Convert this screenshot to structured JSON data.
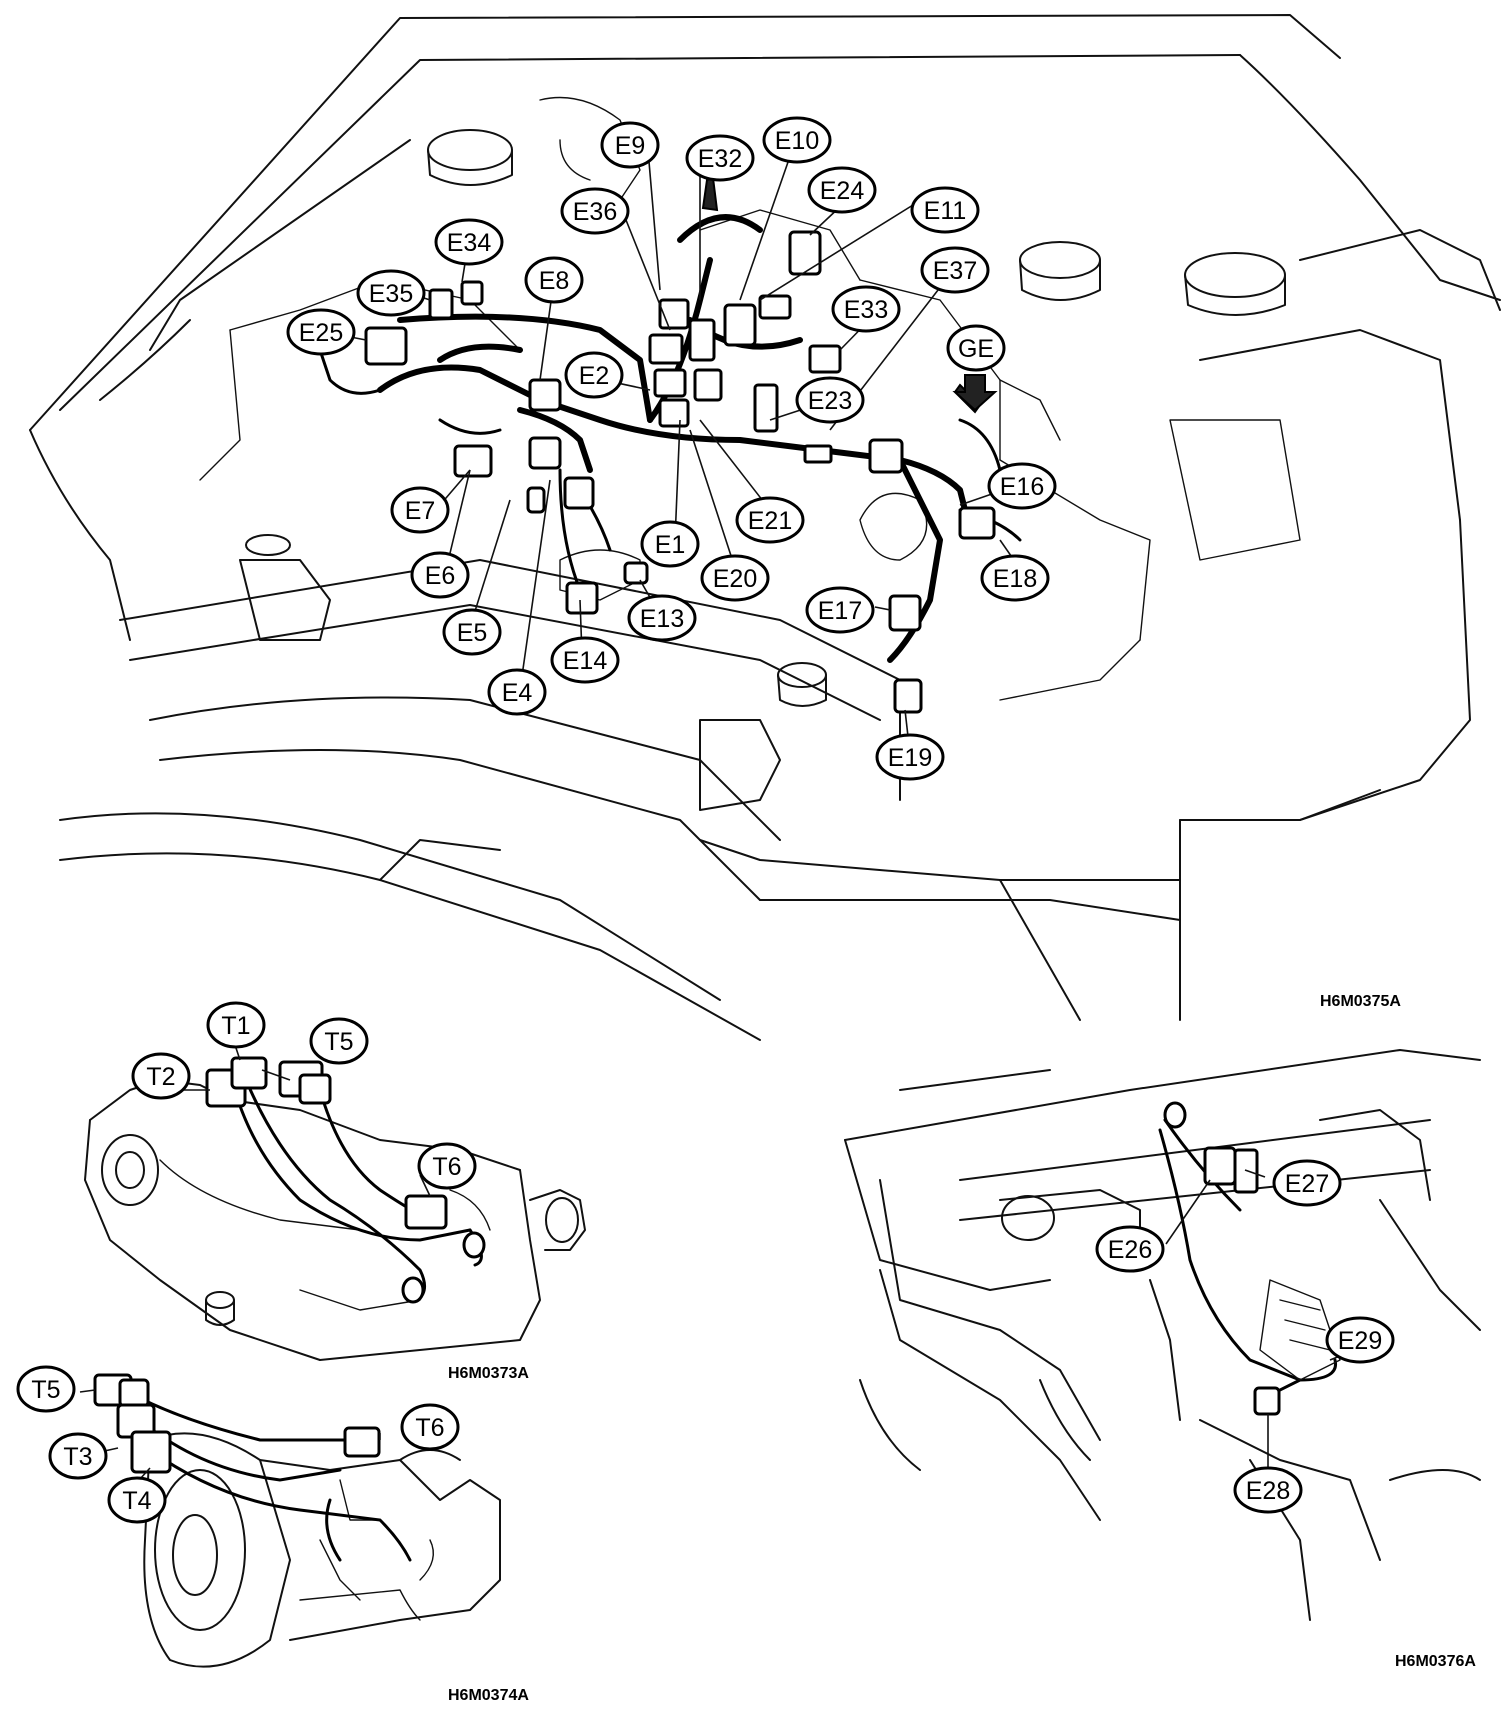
{
  "panels": [
    {
      "id": "engine-bay",
      "ref_code": "H6M0375A",
      "callouts": [
        {
          "label": "E9"
        },
        {
          "label": "E32"
        },
        {
          "label": "E10"
        },
        {
          "label": "E24"
        },
        {
          "label": "E36"
        },
        {
          "label": "E11"
        },
        {
          "label": "E34"
        },
        {
          "label": "E8"
        },
        {
          "label": "E37"
        },
        {
          "label": "E35"
        },
        {
          "label": "E33"
        },
        {
          "label": "E25"
        },
        {
          "label": "GE"
        },
        {
          "label": "E2"
        },
        {
          "label": "E23"
        },
        {
          "label": "E16"
        },
        {
          "label": "E7"
        },
        {
          "label": "E21"
        },
        {
          "label": "E1"
        },
        {
          "label": "E6"
        },
        {
          "label": "E20"
        },
        {
          "label": "E18"
        },
        {
          "label": "E13"
        },
        {
          "label": "E17"
        },
        {
          "label": "E5"
        },
        {
          "label": "E14"
        },
        {
          "label": "E4"
        },
        {
          "label": "E19"
        }
      ]
    },
    {
      "id": "transmission-upper",
      "ref_code": "H6M0373A",
      "callouts": [
        {
          "label": "T1"
        },
        {
          "label": "T5"
        },
        {
          "label": "T2"
        },
        {
          "label": "T6"
        }
      ]
    },
    {
      "id": "transmission-lower",
      "ref_code": "H6M0374A",
      "callouts": [
        {
          "label": "T5"
        },
        {
          "label": "T6"
        },
        {
          "label": "T3"
        },
        {
          "label": "T4"
        }
      ]
    },
    {
      "id": "dash-underside",
      "ref_code": "H6M0376A",
      "callouts": [
        {
          "label": "E27"
        },
        {
          "label": "E26"
        },
        {
          "label": "E29"
        },
        {
          "label": "E28"
        }
      ]
    }
  ]
}
